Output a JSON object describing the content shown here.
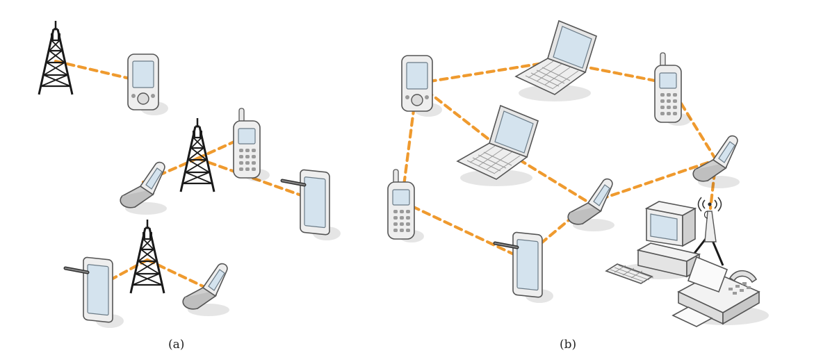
{
  "captions": {
    "a": "(a)",
    "b": "(b)"
  },
  "colors": {
    "link": "#EF9A2E",
    "device_body": "#EDEDED",
    "screen": "#D4E3EE",
    "tower": "#1A1A1A"
  },
  "figure_a": {
    "description_nodes": [
      {
        "id": "a-tower-1",
        "icon": "cell-tower-icon"
      },
      {
        "id": "a-pda-1",
        "icon": "pda-icon"
      },
      {
        "id": "a-tower-2",
        "icon": "cell-tower-icon"
      },
      {
        "id": "a-phone-1",
        "icon": "mobile-phone-icon"
      },
      {
        "id": "a-flip-1",
        "icon": "flip-phone-icon"
      },
      {
        "id": "a-tablet-1",
        "icon": "tablet-stylus-icon"
      },
      {
        "id": "a-tower-3",
        "icon": "cell-tower-icon"
      },
      {
        "id": "a-tablet-2",
        "icon": "tablet-stylus-icon"
      },
      {
        "id": "a-flip-2",
        "icon": "flip-phone-icon"
      }
    ]
  },
  "figure_b": {
    "description_nodes": [
      {
        "id": "b-pda",
        "icon": "pda-icon"
      },
      {
        "id": "b-laptop-1",
        "icon": "laptop-icon"
      },
      {
        "id": "b-phone-1",
        "icon": "mobile-phone-icon"
      },
      {
        "id": "b-laptop-2",
        "icon": "laptop-icon"
      },
      {
        "id": "b-flip-1",
        "icon": "flip-phone-icon"
      },
      {
        "id": "b-phone-2",
        "icon": "mobile-phone-icon"
      },
      {
        "id": "b-flip-2",
        "icon": "flip-phone-icon"
      },
      {
        "id": "b-tablet",
        "icon": "tablet-stylus-icon"
      },
      {
        "id": "b-access-point",
        "icon": "wireless-access-point-icon"
      },
      {
        "id": "b-desktop",
        "icon": "desktop-computer-icon"
      },
      {
        "id": "b-fax",
        "icon": "fax-printer-icon"
      }
    ]
  }
}
